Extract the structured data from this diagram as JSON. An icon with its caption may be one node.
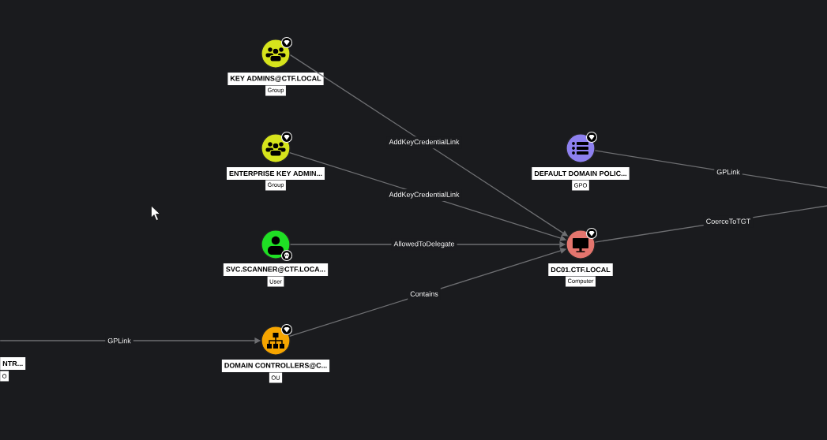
{
  "diagram": {
    "nodes": [
      {
        "text": [
          "KEY ADMINS@CTF.LOCAL",
          "Group"
        ]
      },
      {
        "text": [
          "ENTERPRISE KEY ADMIN...",
          "Group"
        ]
      },
      {
        "text": [
          "DEFAULT DOMAIN POLIC...",
          "GPO"
        ]
      },
      {
        "text": [
          "SVC.SCANNER@CTF.LOCA...",
          "User"
        ]
      },
      {
        "text": [
          "DC01.CTF.LOCAL",
          "Computer"
        ]
      },
      {
        "text": [
          "DOMAIN CONTROLLERS@C...",
          "OU"
        ]
      },
      {
        "text": [
          "NTR...",
          "O"
        ]
      }
    ],
    "edges": [
      {
        "from": 0,
        "to": 4,
        "arrow": "to",
        "label": "AddKeyCredentialLink"
      },
      {
        "from": 1,
        "to": 4,
        "arrow": "to",
        "label": "AddKeyCredentialLink"
      },
      {
        "from": 2,
        "to": null,
        "arrow": "none",
        "label": "GPLink"
      },
      {
        "from": 3,
        "to": 4,
        "arrow": "to",
        "label": "AllowedToDelegate"
      },
      {
        "from": 4,
        "to": null,
        "arrow": "none",
        "label": "CoerceToTGT"
      },
      {
        "from": 5,
        "to": 4,
        "arrow": "to",
        "label": "Contains"
      },
      {
        "from": 6,
        "to": 5,
        "arrow": "to",
        "label": "GPLink"
      }
    ]
  }
}
